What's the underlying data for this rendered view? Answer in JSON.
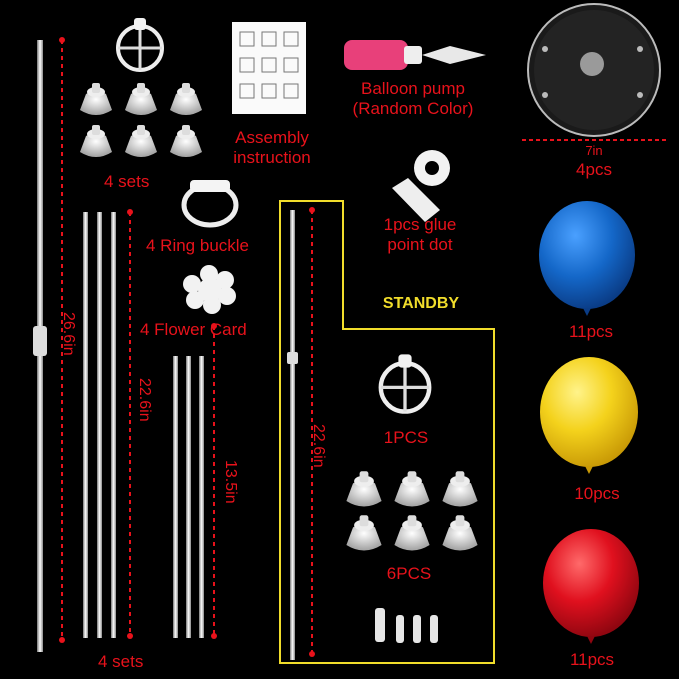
{
  "labels": {
    "sets_top": "4 sets",
    "ring_buckle": "4 Ring buckle",
    "flower_card": "4 Flower Card",
    "sets_bottom": "4 sets",
    "assembly_line1": "Assembly",
    "assembly_line2": "instruction",
    "pump_line1": "Balloon pump",
    "pump_line2": "(Random Color)",
    "base_size": "7in",
    "base_count": "4pcs",
    "glue_line1": "1pcs glue",
    "glue_line2": "point dot",
    "standby": "STANDBY",
    "standby_holder": "1PCS",
    "standby_cups": "6PCS",
    "dim_long": "26.6in",
    "dim_mid": "22.6in",
    "dim_short": "13.5in",
    "dim_standby": "22.6in",
    "blue_count": "11pcs",
    "yellow_count": "10pcs",
    "red_count": "11pcs"
  },
  "colors": {
    "label_red": "#e8121b",
    "standby_yellow": "#f1dd2b",
    "balloon_blue": "#1467c8",
    "balloon_yellow": "#f4d21c",
    "balloon_red": "#e0101e",
    "pump_pink": "#e8407a"
  },
  "icons": [
    "balloon-holder-icon",
    "suction-cup-icon",
    "ring-buckle-icon",
    "flower-card-icon",
    "instruction-sheet-icon",
    "balloon-pump-icon",
    "round-base-icon",
    "glue-dot-roll-icon",
    "balloon-icon",
    "connector-icon",
    "pole-icon"
  ]
}
